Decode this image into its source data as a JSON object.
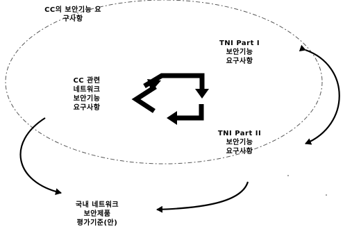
{
  "diagram": {
    "labels": {
      "cc_requirements": [
        "CC의 보안기능 요",
        "구사항"
      ],
      "tni_part1": [
        "TNI Part I",
        "보안기능",
        "요구사항"
      ],
      "cc_network": [
        "CC 관련",
        "네트워크",
        "보안기능",
        "요구사항"
      ],
      "tni_part2": [
        "TNI Part II",
        "보안기능",
        "요구사항"
      ],
      "domestic_criteria": [
        "국내 네트워크",
        "보안제품",
        "평가기준(안)"
      ]
    },
    "colors": {
      "stroke": "#000000",
      "ellipse": "#555555",
      "background": "#ffffff"
    },
    "icons": [
      "recycle-arrows-icon"
    ]
  }
}
